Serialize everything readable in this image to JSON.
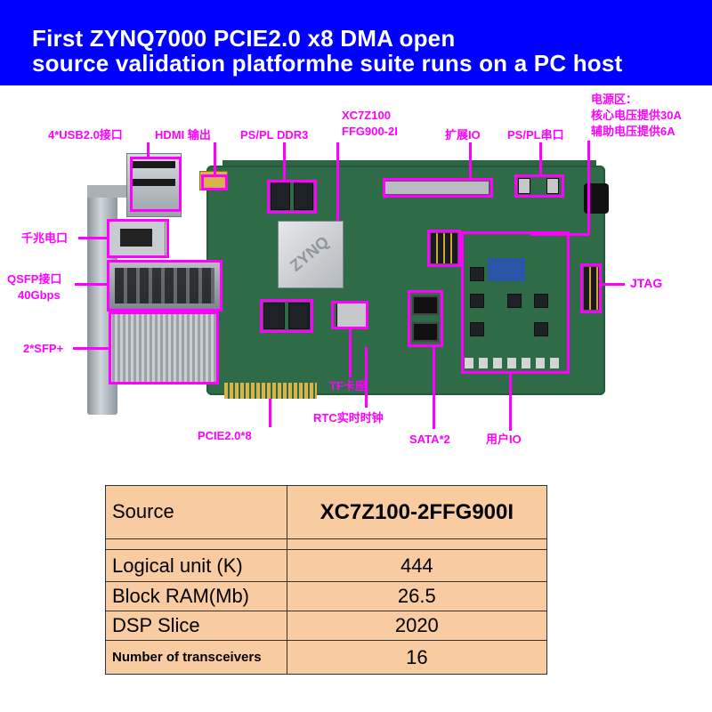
{
  "header": {
    "line1": "First ZYNQ7000 PCIE2.0 x8 DMA open",
    "line2": "source validation platformhe suite runs on a PC host",
    "background": "#0000ff"
  },
  "callouts": {
    "usb": "4*USB2.0接口",
    "hdmi": "HDMI 输出",
    "ddr": "PS/PL DDR3",
    "fpga_line1": "XC7Z100",
    "fpga_line2": "FFG900-2I",
    "expand_io": "扩展IO",
    "serial": "PS/PL串口",
    "power_line1": "电源区：",
    "power_line2": "核心电压提供30A",
    "power_line3": "辅助电压提供6A",
    "ethernet": "千兆电口",
    "qsfp_line1": "QSFP接口",
    "qsfp_line2": "40Gbps",
    "jtag": "JTAG",
    "sfp": "2*SFP+",
    "tf": "TF卡座",
    "rtc": "RTC实时时钟",
    "pcie": "PCIE2.0*8",
    "sata": "SATA*2",
    "user_io": "用户IO",
    "accent": "#ff00ff"
  },
  "board": {
    "fpga_logo": "ZYNQ"
  },
  "spec_table": {
    "header": {
      "label": "Source",
      "value": "XC7Z100-2FFG900I"
    },
    "rows": [
      {
        "label": "Logical unit (K)",
        "value": "444"
      },
      {
        "label": "Block RAM(Mb)",
        "value": "26.5"
      },
      {
        "label": "DSP Slice",
        "value": "2020"
      },
      {
        "label": "Number of transceivers",
        "value": "16"
      }
    ],
    "background": "#f8cba1"
  }
}
